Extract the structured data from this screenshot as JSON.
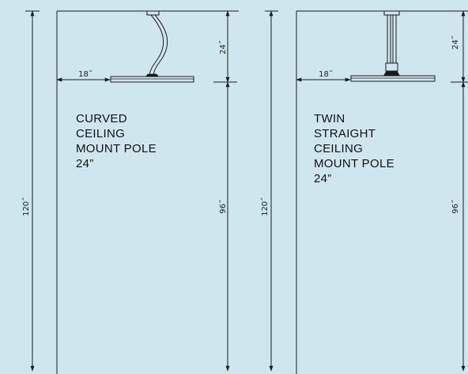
{
  "colors": {
    "background": "#cfe6ef",
    "line": "#1a1a1a"
  },
  "panels": [
    {
      "title_lines": [
        "CURVED",
        "CEILING",
        "MOUNT POLE",
        "24”"
      ],
      "pole_type": "curved",
      "dim_total": "120˝",
      "dim_upper": "24˝",
      "dim_lower": "96˝",
      "dim_width": "18˝"
    },
    {
      "title_lines": [
        "TWIN",
        "STRAIGHT",
        "CEILING",
        "MOUNT POLE",
        "24”"
      ],
      "pole_type": "twin-straight",
      "dim_total": "120˝",
      "dim_upper": "24˝",
      "dim_lower": "96˝",
      "dim_width": "18˝"
    }
  ]
}
